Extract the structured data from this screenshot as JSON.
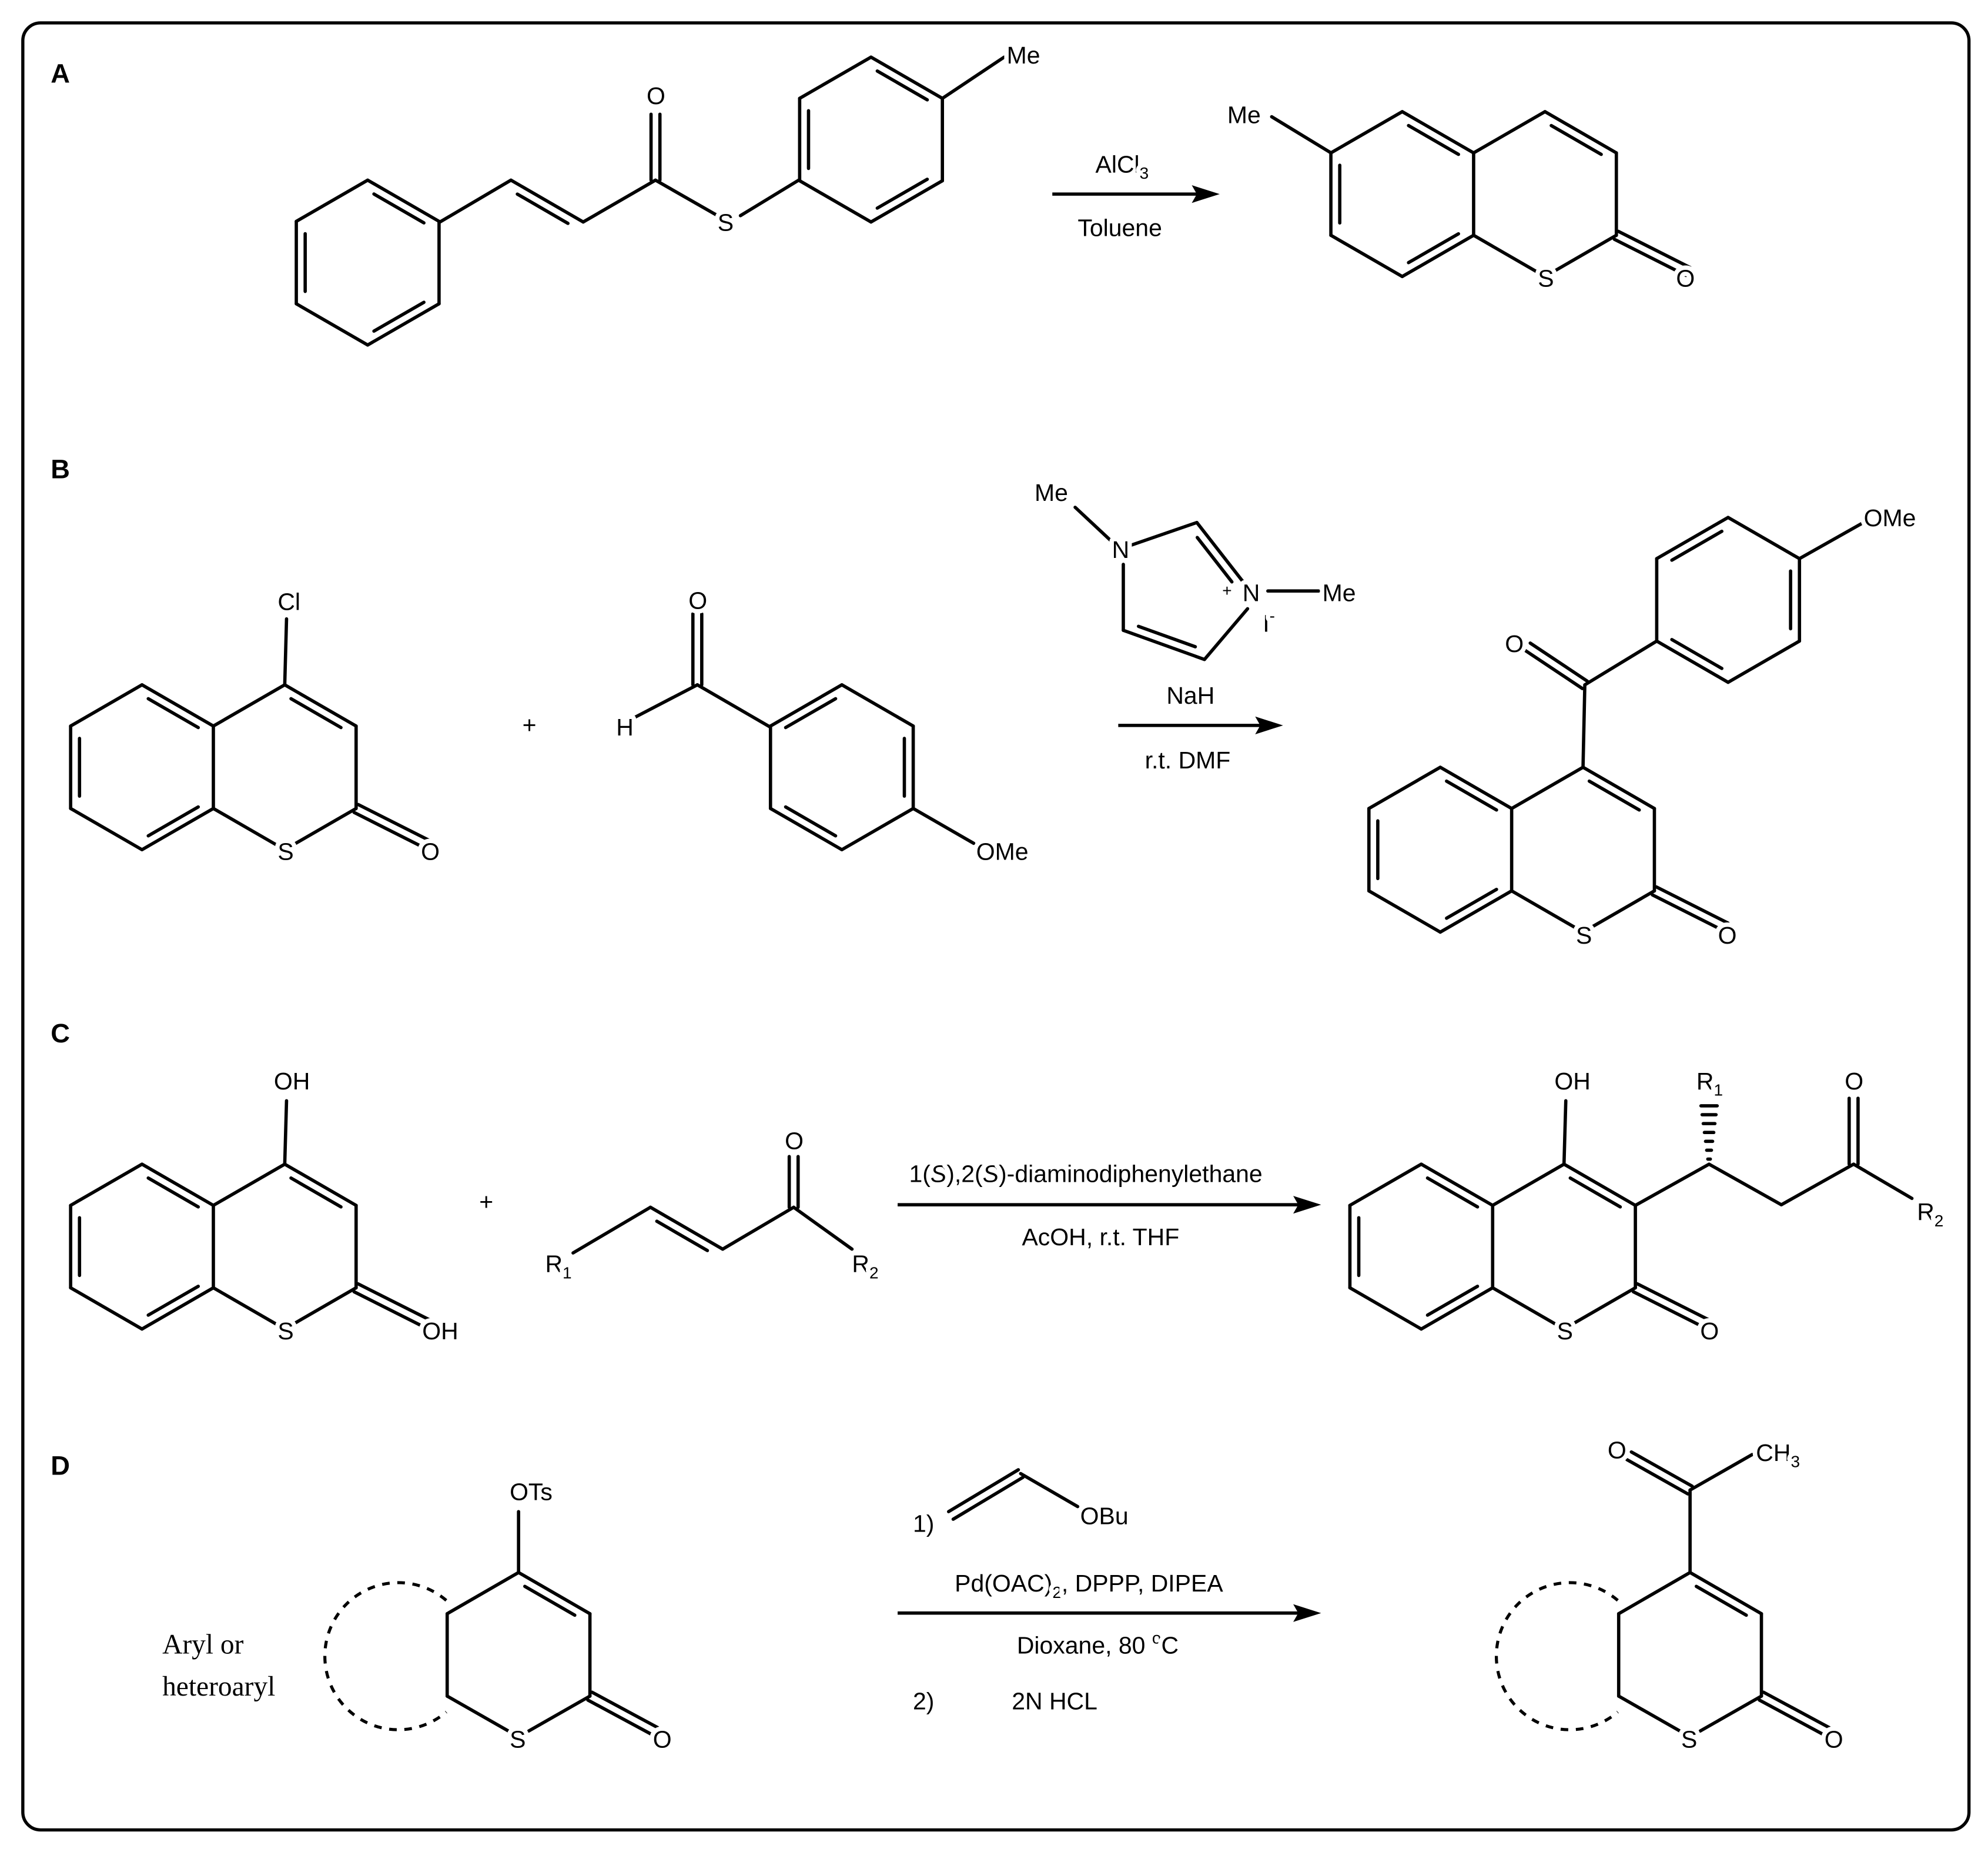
{
  "panels": {
    "A": {
      "label": "A",
      "reactant": {
        "methyl": "Me",
        "oxygen": "O",
        "sulfur": "S"
      },
      "reagents": {
        "top": [
          "AlCl",
          "3"
        ],
        "bottom": "Toluene"
      },
      "product": {
        "methyl": "Me",
        "sulfur": "S",
        "oxygen": "O"
      }
    },
    "B": {
      "label": "B",
      "reactant1": {
        "chloro": "Cl",
        "sulfur": "S",
        "oxygen": "O"
      },
      "plus": "+",
      "reactant2": {
        "oxygen": "O",
        "hydrogen": "H",
        "methoxy": "OMe"
      },
      "catalyst": {
        "methyl1": "Me",
        "n1": "N",
        "n2": "N",
        "charge": "+",
        "methyl2": "Me",
        "iodide": "I",
        "iodide_charge": "-"
      },
      "reagents": {
        "top": "NaH",
        "bottom": "r.t. DMF"
      },
      "product": {
        "methoxy": "OMe",
        "oxygen_keto": "O",
        "sulfur": "S",
        "oxygen": "O"
      }
    },
    "C": {
      "label": "C",
      "reactant1": {
        "hydroxy_top": "OH",
        "sulfur": "S",
        "hydroxy_bottom": "OH"
      },
      "plus": "+",
      "reactant2": {
        "oxygen": "O",
        "r1": [
          "R",
          "1"
        ],
        "r2": [
          "R",
          "2"
        ]
      },
      "reagents": {
        "top": [
          "1(",
          "S",
          "),2(",
          "S",
          ")-diaminodiphenylethane"
        ],
        "bottom": "AcOH, r.t. THF"
      },
      "product": {
        "hydroxy": "OH",
        "r1": [
          "R",
          "1"
        ],
        "oxygen_keto": "O",
        "r2": [
          "R",
          "2"
        ],
        "sulfur": "S",
        "oxygen": "O"
      }
    },
    "D": {
      "label": "D",
      "reactant": {
        "tosylate": "OTs",
        "sulfur": "S",
        "oxygen": "O",
        "ring_label": [
          "Aryl or",
          "heteroaryl"
        ]
      },
      "reagents": {
        "step1_number": "1)",
        "vinyl_ether": "OBu",
        "catalyst": [
          "Pd(OAC)",
          "2",
          ", DPPP, DIPEA"
        ],
        "conditions": [
          "Dioxane, 80 ",
          "o",
          "C"
        ],
        "step2_number": "2)",
        "step2": "2N HCL"
      },
      "product": {
        "oxygen_keto": "O",
        "methyl": [
          "CH",
          "3"
        ],
        "sulfur": "S",
        "oxygen": "O"
      }
    }
  }
}
